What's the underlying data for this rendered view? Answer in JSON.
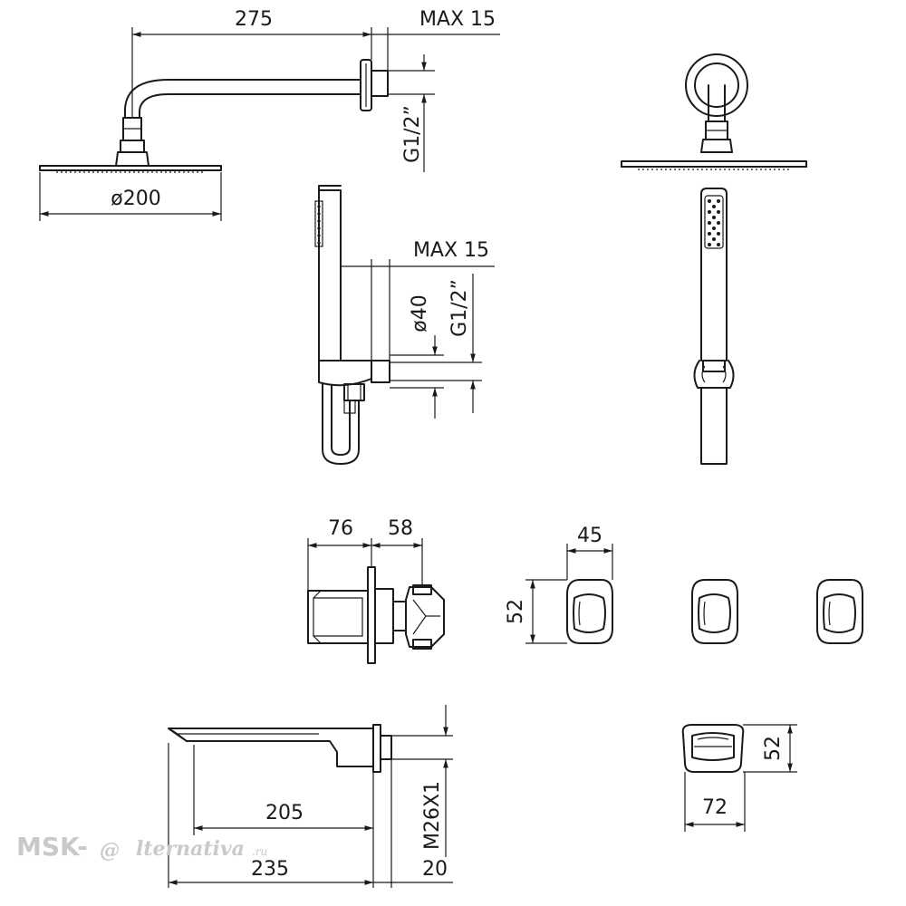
{
  "dims": {
    "head_arm_length": "275",
    "head_max_top": "MAX  15",
    "head_diameter": "ø200",
    "head_thread": "G1/2”",
    "hand_max": "MAX  15",
    "hand_outlet_diameter": "ø40",
    "hand_thread": "G1/2”",
    "valve_body_depth": "76",
    "valve_stem_depth": "58",
    "handle_width": "45",
    "handle_height": "52",
    "spout_projection": "205",
    "spout_total": "235",
    "spout_thread": "M26X1",
    "spout_wall": "20",
    "diverter_height": "52",
    "diverter_width": "72"
  },
  "watermark": {
    "brand": "MSK-",
    "script": "lternativa",
    "suffix": ".ru",
    "at_glyph": "@"
  }
}
